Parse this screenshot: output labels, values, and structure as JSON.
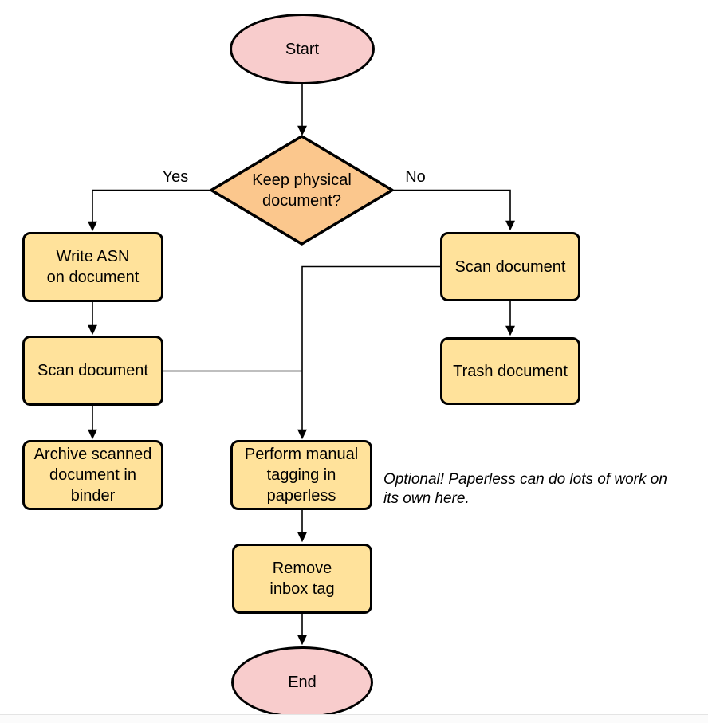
{
  "diagram": {
    "type": "flowchart"
  },
  "colors": {
    "terminator_fill": "#f8cccc",
    "decision_fill": "#fbc78d",
    "process_fill": "#ffe29b",
    "stroke": "#000000",
    "background": "#ffffff",
    "page_edge": "#e4e4e4"
  },
  "nodes": {
    "start": {
      "label": "Start",
      "type": "terminator"
    },
    "decision_keep_physical": {
      "label": "Keep physical\ndocument?",
      "type": "decision"
    },
    "write_asn": {
      "label": "Write ASN\non document",
      "type": "process"
    },
    "scan_document_left": {
      "label": "Scan document",
      "type": "process"
    },
    "archive_binder": {
      "label": "Archive scanned\ndocument in\nbinder",
      "type": "process"
    },
    "scan_document_right": {
      "label": "Scan document",
      "type": "process"
    },
    "trash_document": {
      "label": "Trash document",
      "type": "process"
    },
    "manual_tagging": {
      "label": "Perform manual\ntagging in\npaperless",
      "type": "process"
    },
    "remove_inbox_tag": {
      "label": "Remove\ninbox tag",
      "type": "process"
    },
    "end": {
      "label": "End",
      "type": "terminator"
    }
  },
  "edge_labels": {
    "yes": "Yes",
    "no": "No"
  },
  "note": {
    "text": "Optional! Paperless can do lots of work on\nits own here."
  }
}
